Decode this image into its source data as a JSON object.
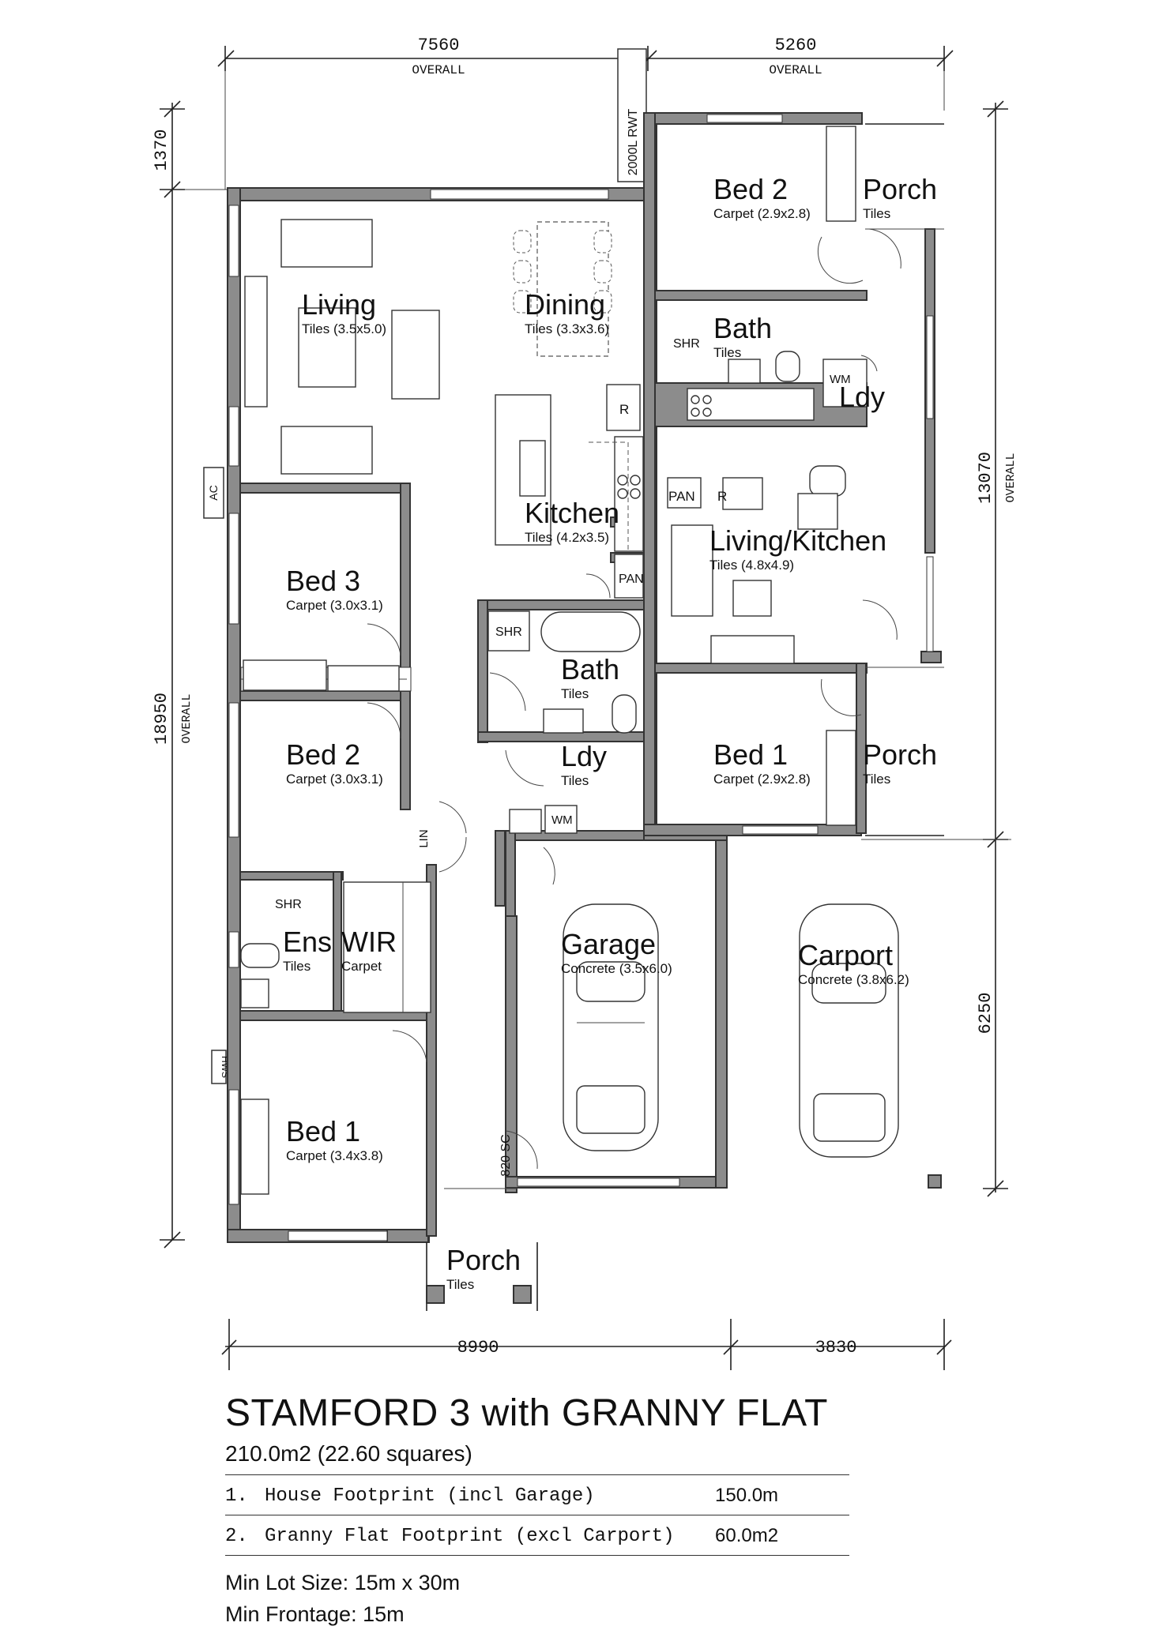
{
  "dimensions": {
    "top_main": "7560",
    "top_main_note": "OVERALL",
    "top_flat": "5260",
    "top_flat_note": "OVERALL",
    "left_top": "1370",
    "left_overall": "18950",
    "left_overall_note": "OVERALL",
    "right_flat": "13070",
    "right_flat_note": "OVERALL",
    "right_carport": "6250",
    "bottom_main": "8990",
    "bottom_carport": "3830"
  },
  "annotations": {
    "tank": "2000L RWT",
    "ac": "AC",
    "hws": "HWS",
    "linen": "LIN",
    "door_820": "820 SC"
  },
  "rooms": {
    "living": {
      "name": "Living",
      "spec": "Tiles (3.5x5.0)"
    },
    "dining": {
      "name": "Dining",
      "spec": "Tiles (3.3x3.6)"
    },
    "kitchen": {
      "name": "Kitchen",
      "spec": "Tiles (4.2x3.5)"
    },
    "bed3": {
      "name": "Bed 3",
      "spec": "Carpet (3.0x3.1)"
    },
    "bed2": {
      "name": "Bed 2",
      "spec": "Carpet (3.0x3.1)"
    },
    "bath": {
      "name": "Bath",
      "spec": "Tiles"
    },
    "ldy": {
      "name": "Ldy",
      "spec": "Tiles"
    },
    "ens": {
      "name": "Ens",
      "spec": "Tiles"
    },
    "wir": {
      "name": "WIR",
      "spec": "Carpet"
    },
    "bed1": {
      "name": "Bed 1",
      "spec": "Carpet (3.4x3.8)"
    },
    "garage": {
      "name": "Garage",
      "spec": "Concrete (3.5x6.0)"
    },
    "porch": {
      "name": "Porch",
      "spec": "Tiles"
    },
    "flat_bed2": {
      "name": "Bed 2",
      "spec": "Carpet (2.9x2.8)"
    },
    "flat_porch_top": {
      "name": "Porch",
      "spec": "Tiles"
    },
    "flat_bath": {
      "name": "Bath",
      "spec": "Tiles"
    },
    "flat_ldy": {
      "name": "Ldy"
    },
    "flat_living": {
      "name": "Living/Kitchen",
      "spec": "Tiles (4.8x4.9)"
    },
    "flat_bed1": {
      "name": "Bed 1",
      "spec": "Carpet (2.9x2.8)"
    },
    "flat_porch_bottom": {
      "name": "Porch",
      "spec": "Tiles"
    },
    "carport": {
      "name": "Carport",
      "spec": "Concrete (3.8x6.2)"
    }
  },
  "fixtures": {
    "shr": "SHR",
    "fridge": "R",
    "pantry": "PAN",
    "wm": "WM"
  },
  "title_block": {
    "title": "STAMFORD 3 with GRANNY FLAT",
    "area": "210.0m2  (22.60 squares)",
    "rows": [
      {
        "num": "1.",
        "label": "House Footprint (incl Garage)",
        "value": "150.0m"
      },
      {
        "num": "2.",
        "label": "Granny Flat Footprint (excl Carport)",
        "value": "60.0m2"
      }
    ],
    "min_lot": "Min Lot Size: 15m x 30m",
    "min_frontage": "Min Frontage: 15m"
  }
}
